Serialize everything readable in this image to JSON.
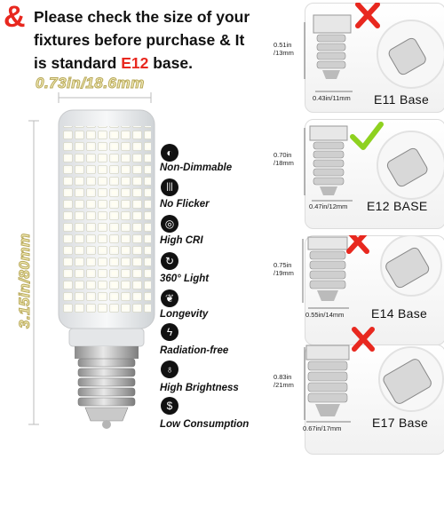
{
  "heading": {
    "amp": "&",
    "line1": "Please check the size of your",
    "line2": "fixtures before purchase & It",
    "line3a": "is standard ",
    "line3_highlight": "E12",
    "line3b": " base."
  },
  "dimensions": {
    "width": "0.73in/18.6mm",
    "height": "3.15in/80mm"
  },
  "features": [
    {
      "icon": "moon-icon",
      "label": "Non-Dimmable"
    },
    {
      "icon": "stripes-icon",
      "label": "No Flicker"
    },
    {
      "icon": "cri-icon",
      "label": "High CRI"
    },
    {
      "icon": "rotate-360-icon",
      "label": "360° Light"
    },
    {
      "icon": "leaf-icon",
      "label": "Longevity"
    },
    {
      "icon": "bolt-icon",
      "label": "Radiation-free"
    },
    {
      "icon": "bulb-icon",
      "label": "High Brightness"
    },
    {
      "icon": "dollar-icon",
      "label": "Low Consumption"
    }
  ],
  "bases": [
    {
      "name": "E11 Base",
      "height": "0.51in\n/13mm",
      "width": "0.43in/11mm",
      "status": "cross"
    },
    {
      "name": "E12 BASE",
      "height": "0.70in\n/18mm",
      "width": "0.47in/12mm",
      "status": "check"
    },
    {
      "name": "E14 Base",
      "height": "0.75in\n/19mm",
      "width": "0.55in/14mm",
      "status": "cross"
    },
    {
      "name": "E17 Base",
      "height": "0.83in\n/21mm",
      "width": "0.67in/17mm",
      "status": "cross"
    }
  ],
  "colors": {
    "accent_red": "#e8281f",
    "check_green": "#8ed11f"
  }
}
